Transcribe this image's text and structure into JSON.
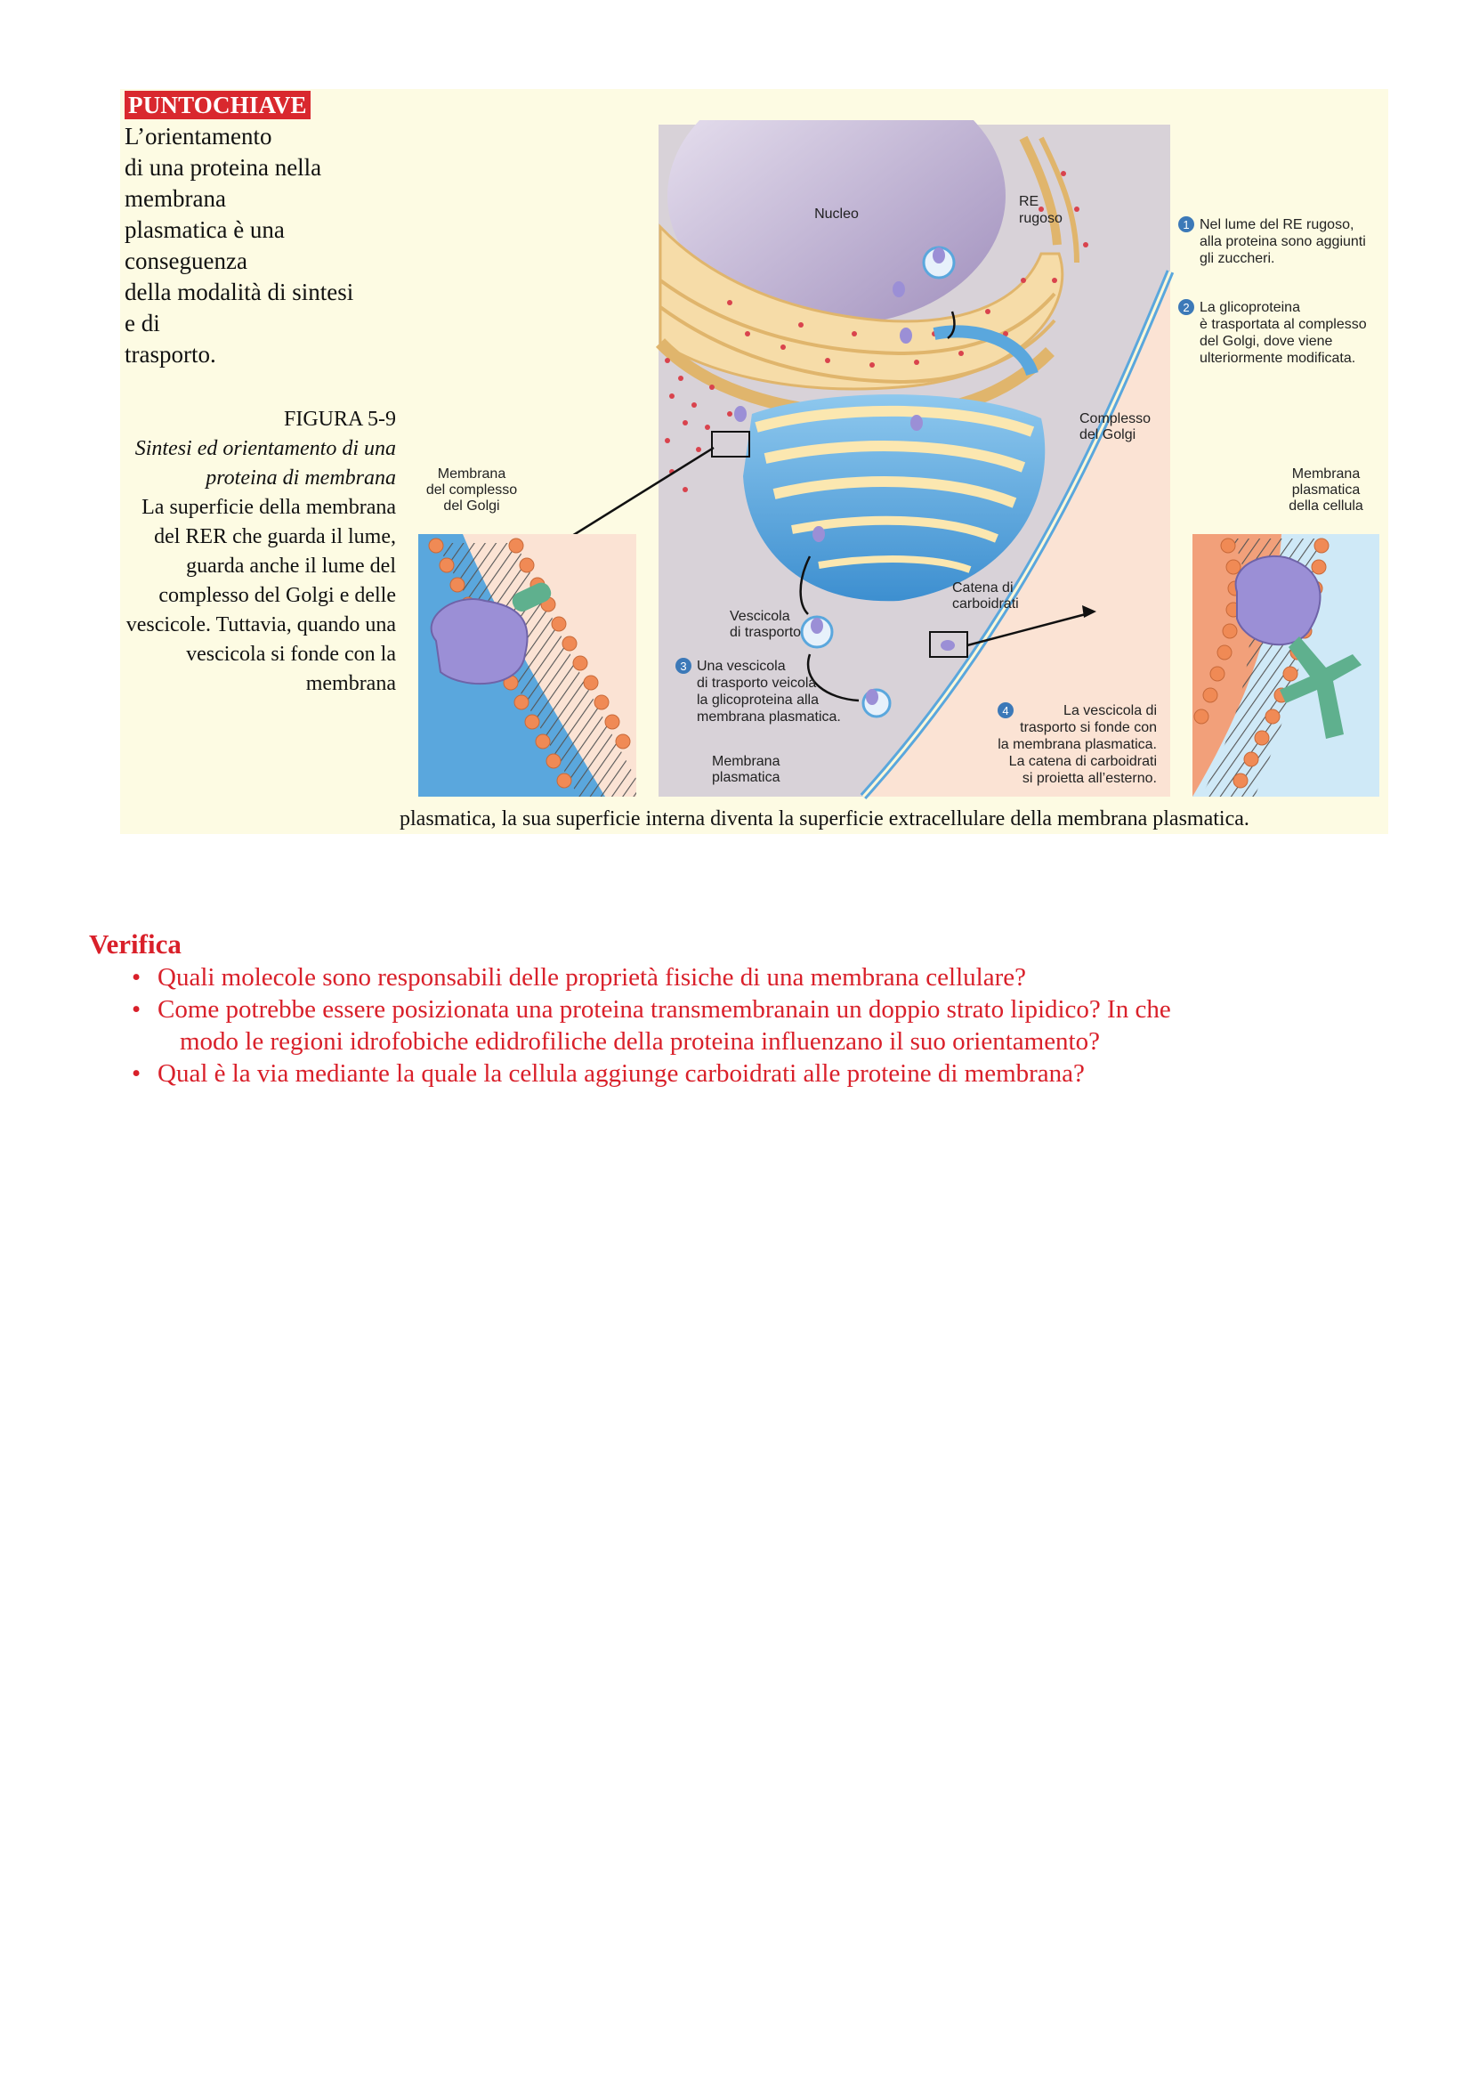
{
  "keypoint": {
    "label": "PUNTOCHIAVE",
    "lines": [
      "L’orientamento",
      "di una proteina nella",
      "membrana",
      "plasmatica è una",
      "conseguenza",
      "della modalità di sintesi",
      "e di",
      "trasporto."
    ]
  },
  "figure": {
    "number": "FIGURA 5-9",
    "title": "Sintesi ed orientamento di una proteina di membrana",
    "caption_body": "La superficie della membrana del RER che guarda il lume, guarda anche il lume del complesso del Golgi e delle vescicole. Tuttavia, quando una vescicola si fonde con la membrana",
    "caption_tail": "plasmatica, la sua superficie interna diventa la superficie extracellulare della membrana plasmatica.",
    "labels": {
      "nucleo": "Nucleo",
      "re_1": "RE",
      "re_2": "rugoso",
      "golgi_1": "Complesso",
      "golgi_2": "del Golgi",
      "mcg_1": "Membrana",
      "mcg_2": "del complesso",
      "mcg_3": "del Golgi",
      "mpc_1": "Membrana",
      "mpc_2": "plasmatica",
      "mpc_3": "della cellula",
      "vt_1": "Vescicola",
      "vt_2": "di trasporto",
      "cc_1": "Catena di",
      "cc_2": "carboidrati",
      "mp_1": "Membrana",
      "mp_2": "plasmatica"
    },
    "steps": [
      {
        "n": "1",
        "lines": [
          "Nel lume del RE rugoso,",
          "alla proteina sono aggiunti",
          "gli zuccheri."
        ]
      },
      {
        "n": "2",
        "lines": [
          "La glicoproteina",
          "è trasportata al complesso",
          "del Golgi, dove viene",
          "ulteriormente modificata."
        ]
      },
      {
        "n": "3",
        "lines": [
          "Una vescicola",
          "di trasporto veicola",
          "la glicoproteina alla",
          "membrana plasmatica."
        ]
      },
      {
        "n": "4",
        "lines": [
          "La vescicola di",
          "trasporto si fonde con",
          "la membrana plasmatica.",
          "La catena di carboidrati",
          "si proietta all’esterno."
        ]
      }
    ]
  },
  "verifica": {
    "title": "Verifica",
    "questions": [
      {
        "lines": [
          "Quali molecole sono responsabili delle proprietà fisiche di una membrana cellulare?"
        ]
      },
      {
        "lines": [
          "Come potrebbe essere posizionata una proteina transmembranain un doppio strato lipidico? In che",
          "modo le regioni idrofobiche edidrofiliche della proteina influenzano il suo orientamento?"
        ]
      },
      {
        "lines": [
          "Qual è la via mediante la quale la cellula aggiunge carboidrati alle proteine di membrana?"
        ]
      }
    ]
  },
  "colors": {
    "panel": "#fdfbe3",
    "keypoint_bg": "#d9282e",
    "verifica_text": "#d9202a",
    "nucleus": "#b8a6cc",
    "er": "#f6dca8",
    "golgi": "#5aa7dd",
    "cytoplasm": "#d9d4d9",
    "extracellular": "#fbe3d4",
    "step_badge": "#3c79b8",
    "lipid_head": "#f08a55",
    "protein": "#9b8fd6",
    "carbohydrate": "#5fb08e"
  }
}
